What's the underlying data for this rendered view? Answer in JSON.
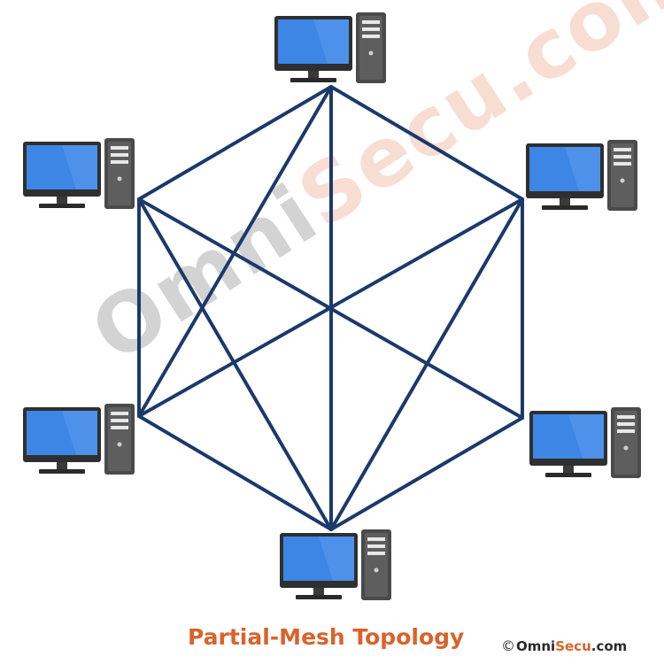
{
  "diagram": {
    "title": "Partial-Mesh Topology",
    "watermark": {
      "part1": "Omni",
      "part2": "Secu.com"
    },
    "brand": {
      "copyright": "©",
      "part1": "Omni",
      "part2": "Secu",
      "part3": ".com"
    },
    "line_color": "#1b3a6b",
    "monitor_color": "#3d86e6",
    "tower_color": "#4a4a4a",
    "nodes": [
      {
        "id": "top",
        "icon": "desktop-computer-icon"
      },
      {
        "id": "upper-left",
        "icon": "desktop-computer-icon"
      },
      {
        "id": "upper-right",
        "icon": "desktop-computer-icon"
      },
      {
        "id": "lower-left",
        "icon": "desktop-computer-icon"
      },
      {
        "id": "lower-right",
        "icon": "desktop-computer-icon"
      },
      {
        "id": "bottom",
        "icon": "desktop-computer-icon"
      }
    ],
    "links": [
      [
        "top",
        "upper-left"
      ],
      [
        "top",
        "upper-right"
      ],
      [
        "top",
        "bottom"
      ],
      [
        "top",
        "lower-left"
      ],
      [
        "upper-left",
        "lower-left"
      ],
      [
        "upper-left",
        "bottom"
      ],
      [
        "upper-left",
        "lower-right"
      ],
      [
        "upper-right",
        "lower-right"
      ],
      [
        "upper-right",
        "lower-left"
      ],
      [
        "upper-right",
        "bottom"
      ],
      [
        "lower-left",
        "bottom"
      ],
      [
        "lower-right",
        "bottom"
      ]
    ]
  }
}
